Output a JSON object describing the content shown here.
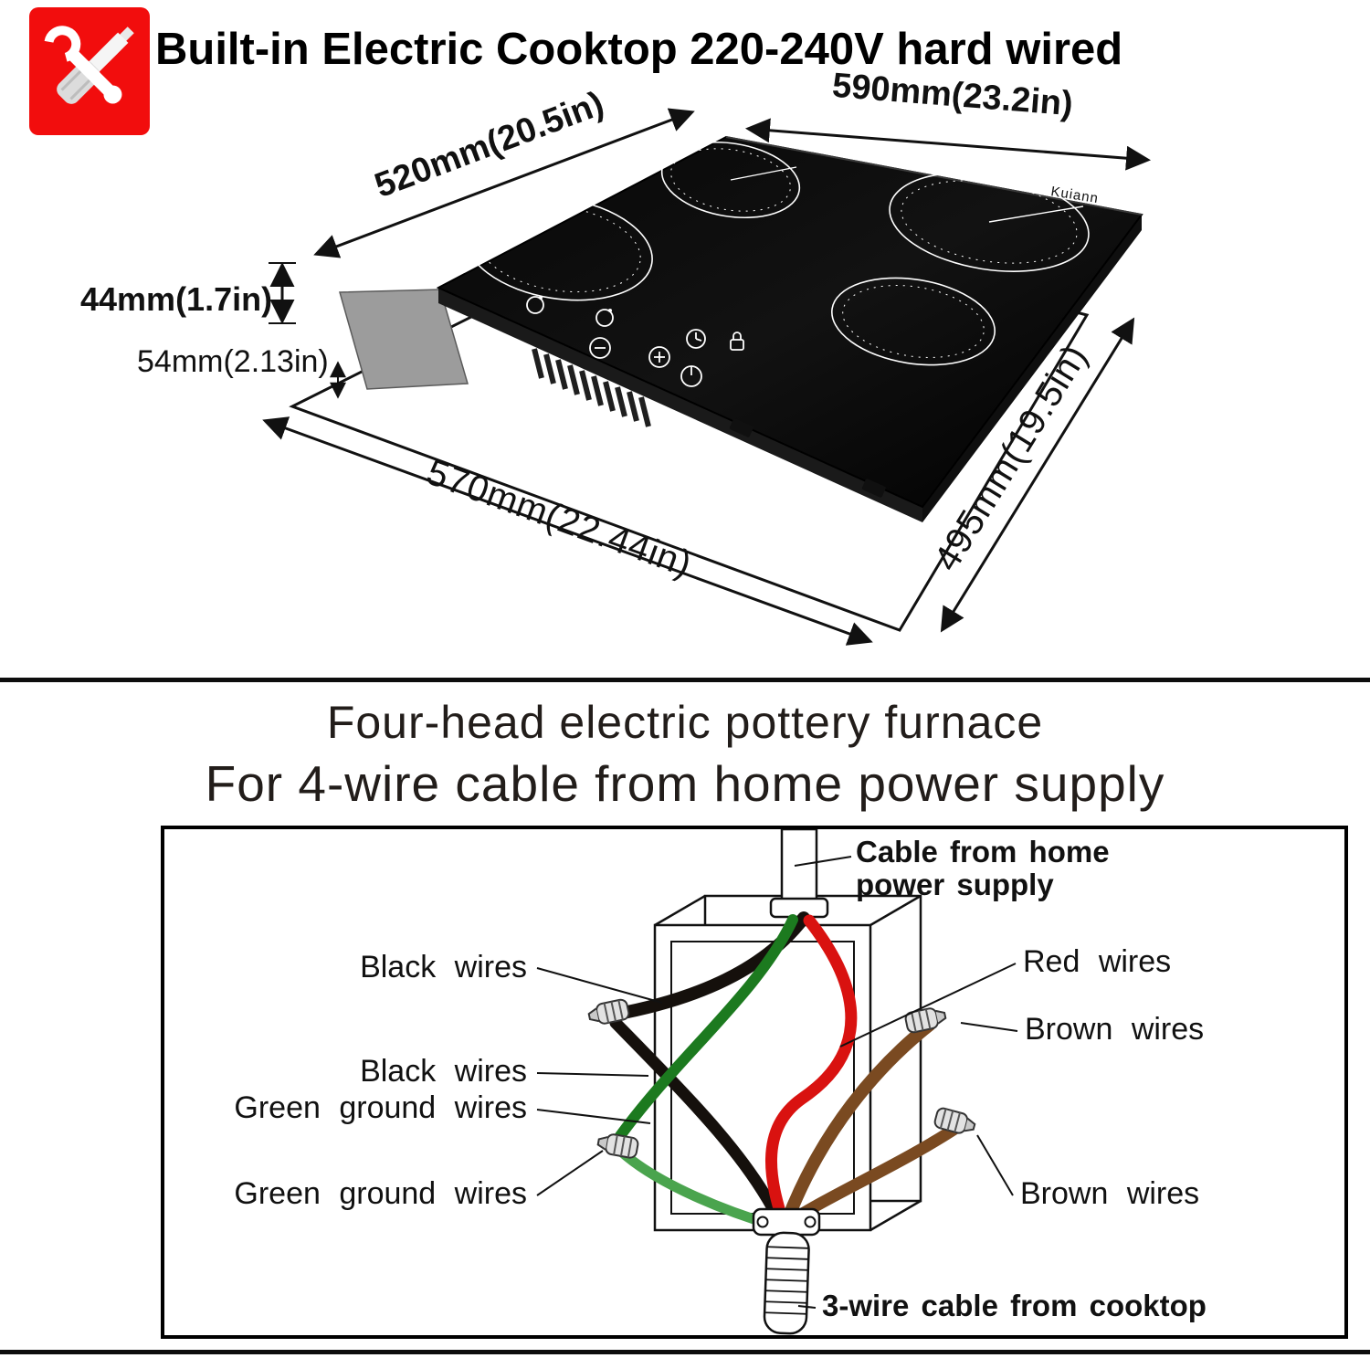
{
  "header": {
    "title": "Built-in Electric Cooktop 220-240V hard wired",
    "icon": "tools-icon"
  },
  "dimension_labels": {
    "top_width": "590mm(23.2in)",
    "left_width": "520mm(20.5in)",
    "thickness": "44mm(1.7in)",
    "install_depth": "54mm(2.13in)",
    "cutout_width": "570mm(22.44in)",
    "cutout_depth": "495mm(19.5in)"
  },
  "cooktop": {
    "brand": "Kuiann"
  },
  "wiring": {
    "heading_line1": "Four-head electric pottery furnace",
    "heading_line2": "For 4-wire cable from home power supply",
    "labels": {
      "cable_from_home_line1": "Cable from home",
      "cable_from_home_line2": "power supply",
      "black_wires_top": "Black wires",
      "black_wires_mid": "Black wires",
      "green_ground_wires_top": "Green ground wires",
      "green_ground_wires_bottom": "Green ground wires",
      "red_wires": "Red wires",
      "brown_wires_top": "Brown wires",
      "brown_wires_bottom": "Brown wires",
      "cooktop_cable": "3-wire cable from cooktop"
    }
  },
  "colors": {
    "accent_red": "#f20d0d",
    "wire_black": "#15100c",
    "wire_green_dark": "#1c7a1f",
    "wire_green_light": "#4aa44e",
    "wire_red": "#d91210",
    "wire_brown": "#7a4a21"
  }
}
